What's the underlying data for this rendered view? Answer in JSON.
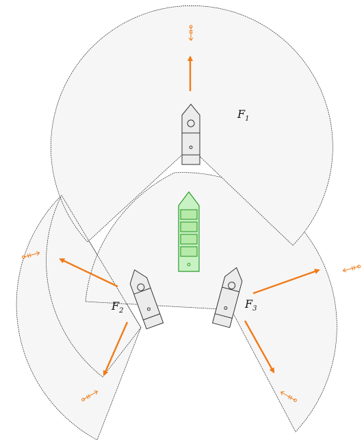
{
  "labels": {
    "f1": {
      "letter": "F",
      "sub": "1"
    },
    "f2": {
      "letter": "F",
      "sub": "2"
    },
    "f3": {
      "letter": "F",
      "sub": "3"
    }
  },
  "colors": {
    "sector_fill": "#f6f6f6",
    "arrow": "#f07a17",
    "escort_fill": "#c9f2c4",
    "escort_stroke": "#2f9a2f",
    "ship_fill": "#ececec"
  },
  "icons": {
    "ship": "ship-icon",
    "escort": "escort-ship-icon",
    "threat": "torpedo-icon",
    "direction": "arrow-icon"
  }
}
